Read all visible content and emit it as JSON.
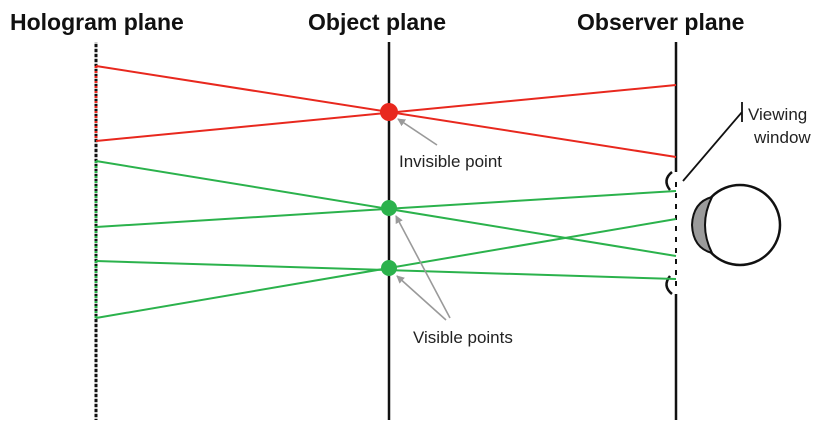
{
  "titles": {
    "hologram_plane": "Hologram plane",
    "object_plane": "Object plane",
    "observer_plane": "Observer plane"
  },
  "labels": {
    "invisible_point": "Invisible point",
    "visible_points": "Visible points",
    "viewing_window_line1": "Viewing",
    "viewing_window_line2": "window"
  },
  "colors": {
    "invisible_ray": "#e8281e",
    "visible_ray": "#2bb24c",
    "plane_line": "#111111",
    "pointer_arrow": "#9a9a9a",
    "hologram_dots": "#c8c8c8",
    "eye_lens": "#9b9b9b"
  },
  "icons": {
    "observer_eye": "eye-icon"
  }
}
